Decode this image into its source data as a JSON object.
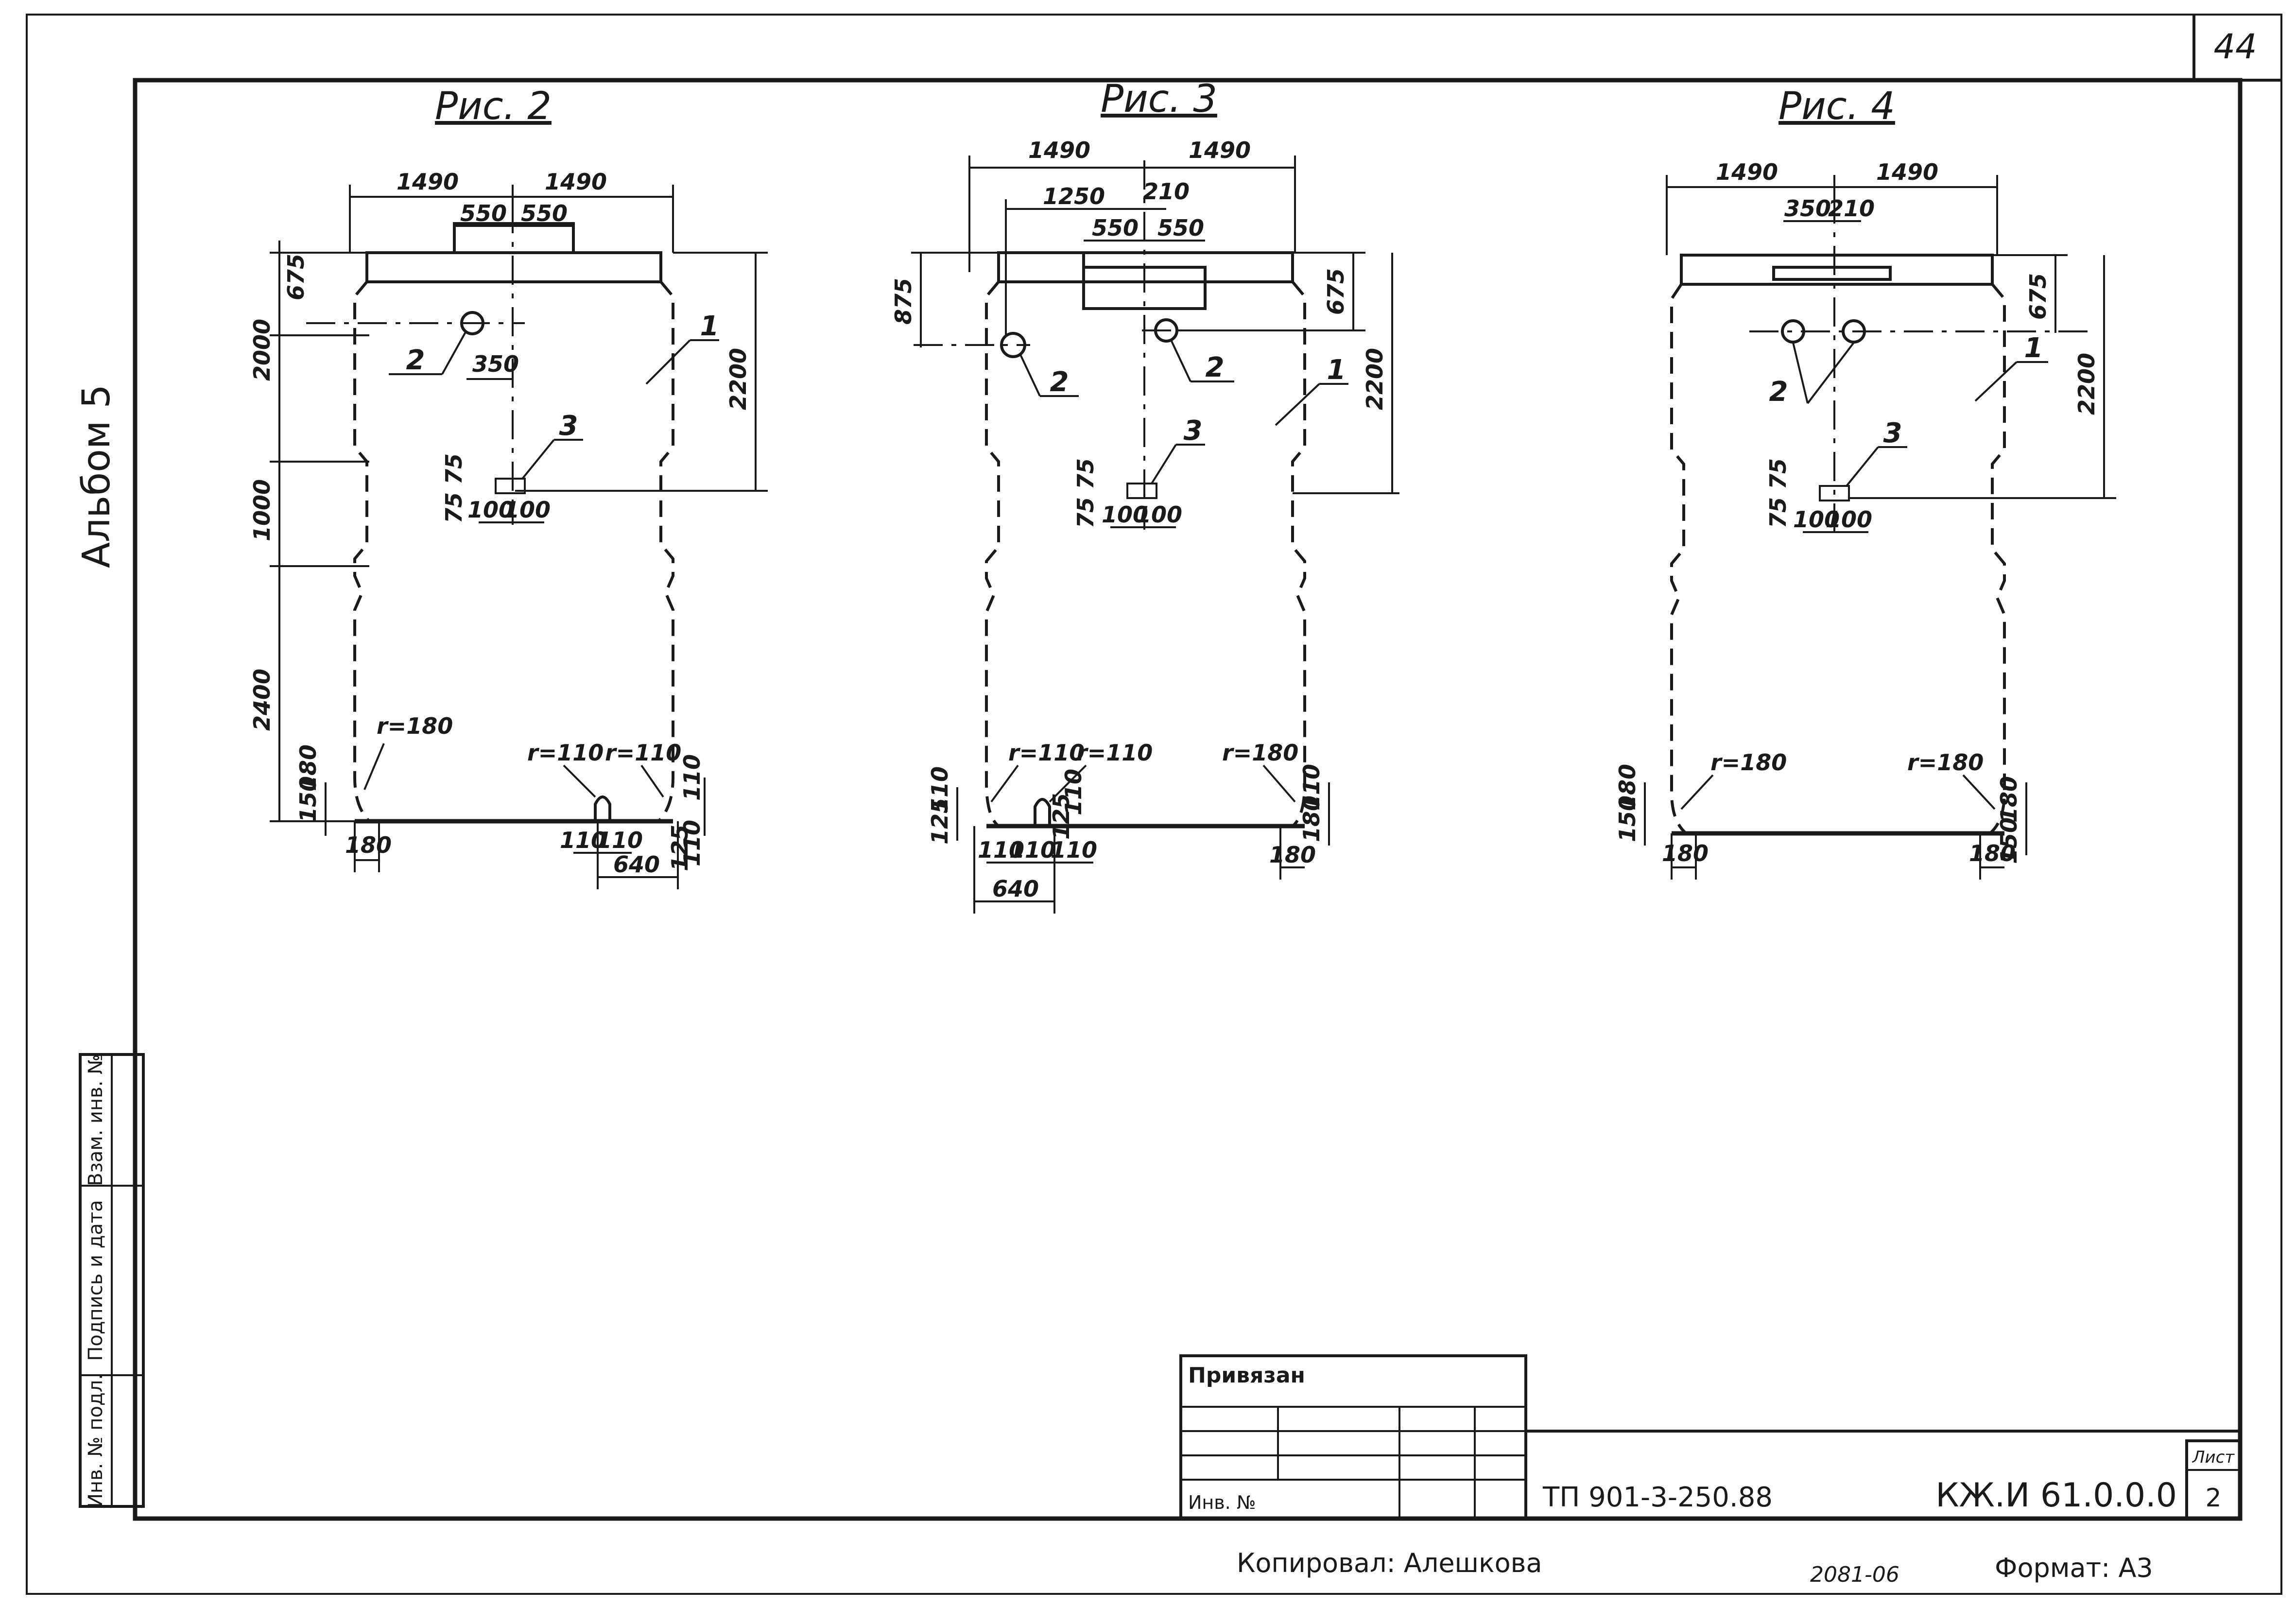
{
  "sheet": {
    "corner_number": "44",
    "album_label": "Альбом 5",
    "stamp_cells": [
      "Инв. № подл.",
      "Подпись и дата",
      "Взам. инв. №"
    ]
  },
  "figures": [
    {
      "title": "Рис. 2",
      "dims": {
        "w_left": "1490",
        "w_right": "1490",
        "top_left": "550",
        "top_right": "550",
        "h_675": "675",
        "h_2000": "2000",
        "h_1000": "1000",
        "h_2400": "2400",
        "h_2200": "2200",
        "d_350": "350",
        "d_75": "75 75",
        "d_100a": "100",
        "d_100b": "100",
        "r_left": "r=180",
        "r_mid1": "r=110",
        "r_mid2": "r=110",
        "b_150": "150",
        "b_180": "180",
        "b_180w": "180",
        "b_110a": "110",
        "b_110b": "110",
        "b_640": "640",
        "b_125": "125",
        "b_110r": "110",
        "b_110v": "110"
      },
      "callouts": [
        "1",
        "2",
        "3"
      ]
    },
    {
      "title": "Рис. 3",
      "dims": {
        "w_left": "1490",
        "w_right": "1490",
        "d_1250": "1250",
        "d_210": "210",
        "top_left": "550",
        "top_right": "550",
        "h_875": "875",
        "h_675": "675",
        "h_2200": "2200",
        "d_75": "75 75",
        "d_100a": "100",
        "d_100b": "100",
        "r_a": "r=110",
        "r_b": "r=110",
        "r_c": "r=180",
        "b_125": "125",
        "b_110": "110",
        "b_110a": "110",
        "b_110b": "110",
        "b_110c": "110",
        "b_125b": "125",
        "b_110d": "110",
        "b_640": "640",
        "b_180": "180",
        "b_180v": "180",
        "b_110e": "110"
      },
      "callouts": [
        "1",
        "2",
        "2",
        "3"
      ]
    },
    {
      "title": "Рис. 4",
      "dims": {
        "w_left": "1490",
        "w_right": "1490",
        "d_350": "350",
        "d_210": "210",
        "h_675": "675",
        "h_2200": "2200",
        "d_75": "75 75",
        "d_100a": "100",
        "d_100b": "100",
        "r_left": "r=180",
        "r_right": "r=180",
        "b_150": "150",
        "b_180": "180",
        "b_180w": "180",
        "b_180r": "180",
        "b_150r": "150",
        "b_180v": "180"
      },
      "callouts": [
        "1",
        "2",
        "3"
      ]
    }
  ],
  "title_block": {
    "bound_label": "Привязан",
    "inv_label": "Инв. №",
    "project_code": "ТП 901-3-250.88",
    "doc_code": "КЖ.И 61.0.0.0",
    "sheet_label": "Лист",
    "sheet_number": "2",
    "copied_by": "Копировал: Алешкова",
    "order_code": "2081-06",
    "format": "Формат: А3"
  }
}
